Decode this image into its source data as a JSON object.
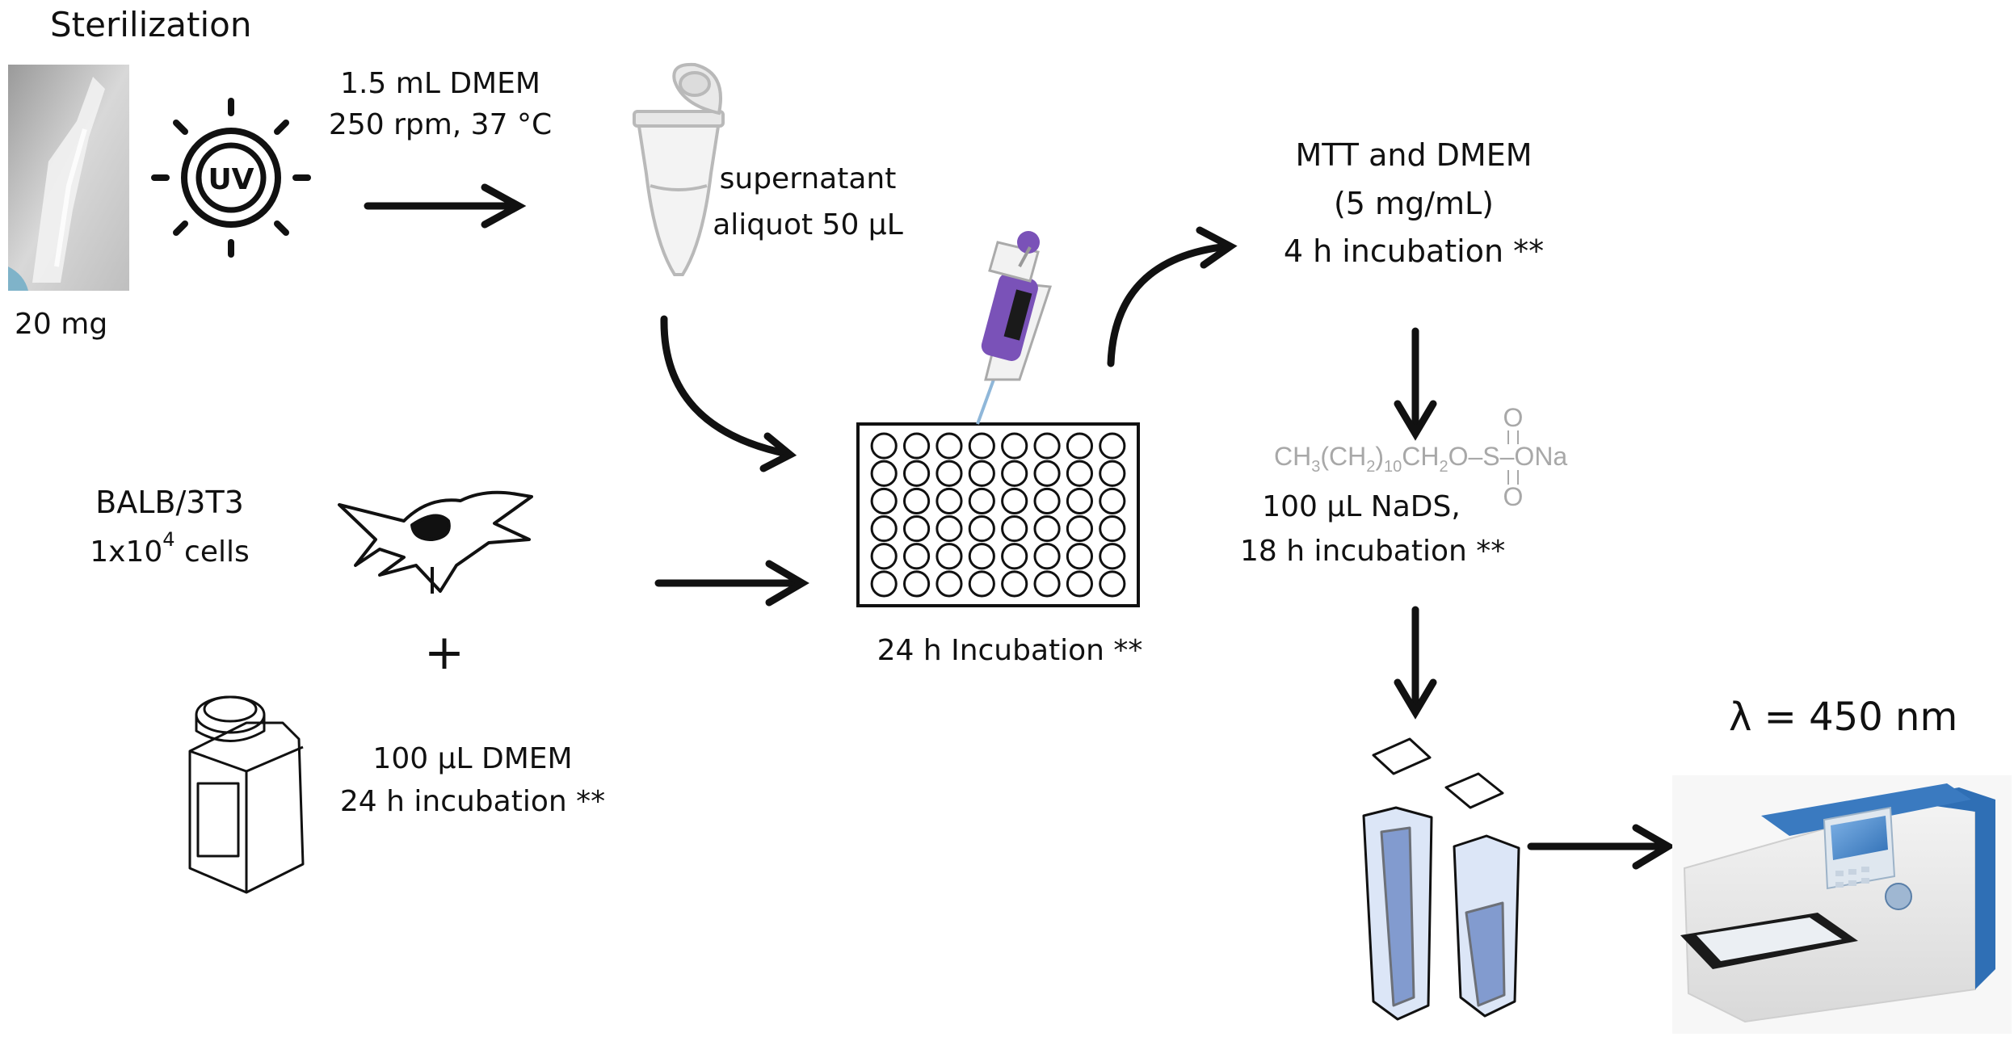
{
  "sterilization": {
    "title": "Sterilization",
    "sample_mass": "20 mg",
    "uv_label": "UV"
  },
  "extraction": {
    "line1": "1.5 mL DMEM",
    "line2": "250 rpm, 37 °C"
  },
  "supernatant": {
    "line1": "supernatant",
    "line2": "aliquot 50 µL"
  },
  "cells": {
    "line_name": "BALB/3T3",
    "count_prefix": "1x10",
    "count_exponent": "4",
    "count_suffix": "cells",
    "plus": "+"
  },
  "culture": {
    "line1": "100 μL DMEM",
    "line2": "24 h incubation **"
  },
  "plate": {
    "label": "24 h Incubation **",
    "rows": 6,
    "cols": 8
  },
  "mtt": {
    "line1": "MTT and DMEM",
    "line2": "(5 mg/mL)",
    "line3": "4 h incubation **"
  },
  "nads": {
    "formula_main": "CH3(CH2)10CH2O–S–ONa",
    "oxygen_top": "O",
    "oxygen_bottom": "O",
    "line1": "100 µL NaDS,",
    "line2": "18 h incubation **"
  },
  "reader": {
    "wavelength": "λ = 450 nm"
  },
  "colors": {
    "ink": "#111111",
    "formula_gray": "#a8a8a8",
    "pipette_purple": "#7a52b8",
    "reader_blue": "#2f6fb5",
    "cuvette_blue": "#3a5fb0"
  }
}
